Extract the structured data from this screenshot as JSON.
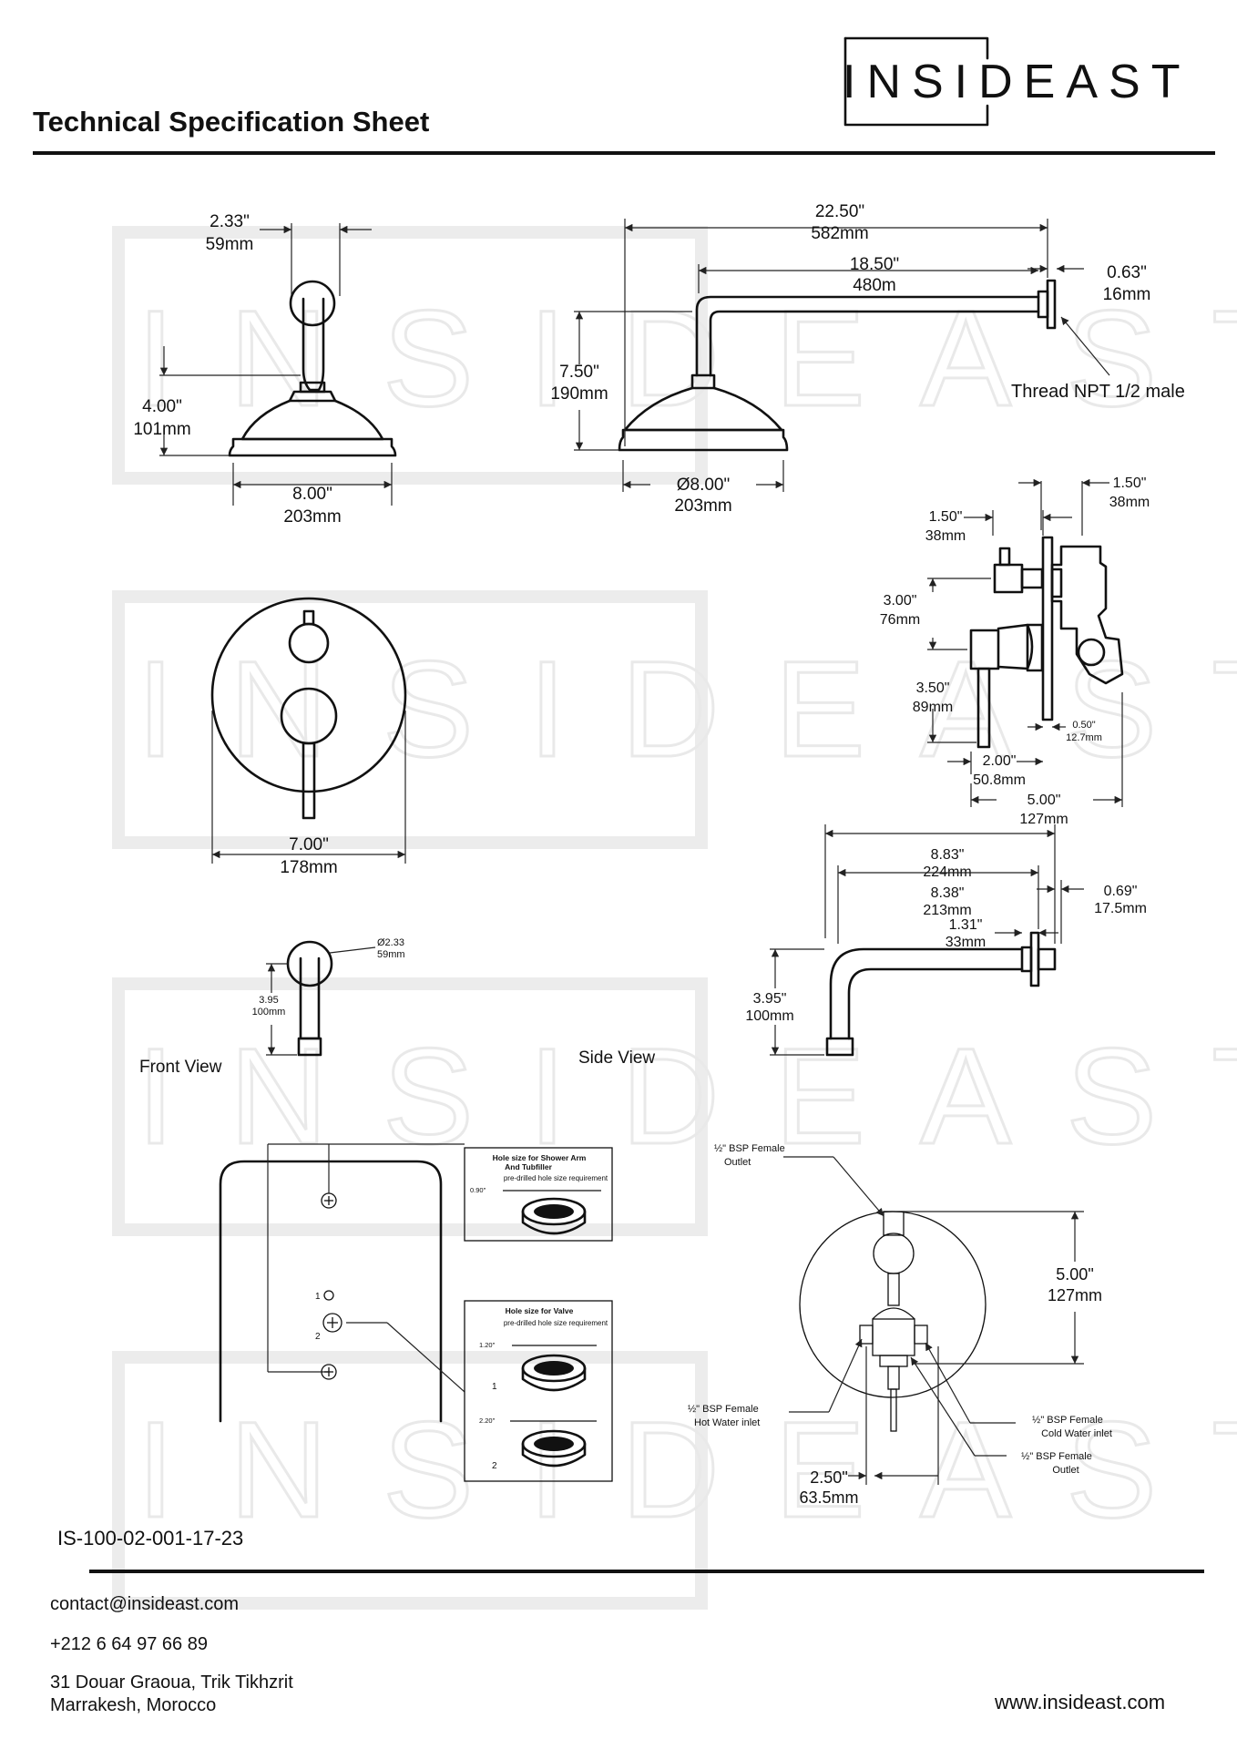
{
  "header": {
    "title": "Technical Specification Sheet",
    "brand": "INSIDEAST"
  },
  "watermark": "INSIDEAST",
  "showerhead_front": {
    "flange_in": "2.33\"",
    "flange_mm": "59mm",
    "height_in": "4.00\"",
    "height_mm": "101mm",
    "diam_in": "8.00\"",
    "diam_mm": "203mm"
  },
  "showerhead_side": {
    "total_in": "22.50\"",
    "total_mm": "582mm",
    "arm_in": "18.50\"",
    "arm_mm": "480m",
    "flange_in": "0.63\"",
    "flange_mm": "16mm",
    "drop_in": "7.50\"",
    "drop_mm": "190mm",
    "diam_in": "Ø8.00\"",
    "diam_mm": "203mm",
    "thread": "Thread NPT 1/2 male"
  },
  "valve_front": {
    "diam_in": "7.00\"",
    "diam_mm": "178mm"
  },
  "valve_side": {
    "top_in": "1.50\"",
    "top_mm": "38mm",
    "right_in": "1.50\"",
    "right_mm": "38mm",
    "h1_in": "3.00\"",
    "h1_mm": "76mm",
    "h2_in": "3.50\"",
    "h2_mm": "89mm",
    "plate_in": "0.50\"",
    "plate_mm": "12.7mm",
    "w1_in": "2.00\"",
    "w1_mm": "50.8mm",
    "w2_in": "5.00\"",
    "w2_mm": "127mm"
  },
  "spout_front": {
    "flange": "Ø2.33",
    "flange_mm": "59mm",
    "h_in": "3.95",
    "h_mm": "100mm",
    "label": "Front View"
  },
  "spout_side": {
    "total_in": "8.83\"",
    "total_mm": "224mm",
    "arm_in": "8.38\"",
    "arm_mm": "213mm",
    "flange_in": "0.69\"",
    "flange_mm": "17.5mm",
    "reach_in": "1.31\"",
    "reach_mm": "33mm",
    "h_in": "3.95\"",
    "h_mm": "100mm",
    "label": "Side View"
  },
  "installation": {
    "box1_title1": "Hole size for Shower Arm",
    "box1_title2": "And Tubfiller",
    "box1_sub": "pre-drilled hole size requirement",
    "box1_size": "0.90\"",
    "box2_title": "Hole size for Valve",
    "box2_sub": "pre-drilled hole size requirement",
    "box2_size1": "1.20\"",
    "box2_size2": "2.20\"",
    "n1": "1",
    "n2": "2"
  },
  "rough_in": {
    "outlet_top1": "½\" BSP Female",
    "outlet_top2": "Outlet",
    "hot1": "½\" BSP Female",
    "hot2": "Hot Water inlet",
    "cold1": "½\" BSP Female",
    "cold2": "Cold Water inlet",
    "outlet_bot1": "½\" BSP Female",
    "outlet_bot2": "Outlet",
    "h_in": "5.00\"",
    "h_mm": "127mm",
    "w_in": "2.50\"",
    "w_mm": "63.5mm"
  },
  "code": "IS-100-02-001-17-23",
  "footer": {
    "email": "contact@insideast.com",
    "phone": "+212 6 64 97 66 89",
    "address1": "31 Douar Graoua, Trik Tikhzrit",
    "address2": "Marrakesh, Morocco",
    "website": "www.insideast.com"
  }
}
